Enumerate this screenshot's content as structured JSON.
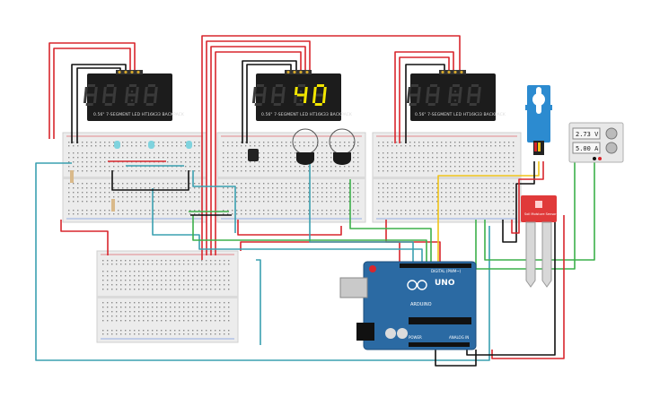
{
  "canvas": {
    "background": "#ffffff"
  },
  "displays": [
    {
      "name": "display-left",
      "digits": [
        "",
        "",
        "",
        ""
      ],
      "label": "0.56\" 7-SEGMENT LED HT16K33 BACKPACK"
    },
    {
      "name": "display-middle",
      "digits": [
        "",
        "",
        "4",
        "0"
      ],
      "label": "0.56\" 7-SEGMENT LED HT16K33 BACKPACK"
    },
    {
      "name": "display-right",
      "digits": [
        "",
        "",
        "",
        ""
      ],
      "label": "0.56\" 7-SEGMENT LED HT16K33 BACKPACK"
    }
  ],
  "power_supply": {
    "voltage": "2.73 V",
    "current": "5.00 A"
  },
  "arduino": {
    "brand": "ARDUINO",
    "model": "UNO",
    "header_digital": "DIGITAL (PWM~)",
    "header_power": "POWER",
    "header_analog": "ANALOG IN"
  },
  "sensor": {
    "label": "Soil Moisture Sensor"
  },
  "colors": {
    "breadboard": "#ececec",
    "display_body": "#1c1c1c",
    "segment_off": "#3a3a3a",
    "segment_on": "#f2e600",
    "arduino_board": "#2b6aa3",
    "servo": "#2c8bd0",
    "sensor_board": "#e03a3a",
    "wire_red": "#d8262d",
    "wire_black": "#111111",
    "wire_green": "#3cb04a",
    "wire_teal": "#3aa0b0",
    "wire_yellow": "#f0c419",
    "wire_gray": "#8a8a8a"
  },
  "icons": {
    "servo": "servo-motor-icon",
    "led": "led-icon",
    "transistor": "transistor-icon",
    "buzzer": "buzzer-icon",
    "usb": "usb-connector-icon",
    "dc_jack": "dc-jack-icon"
  }
}
